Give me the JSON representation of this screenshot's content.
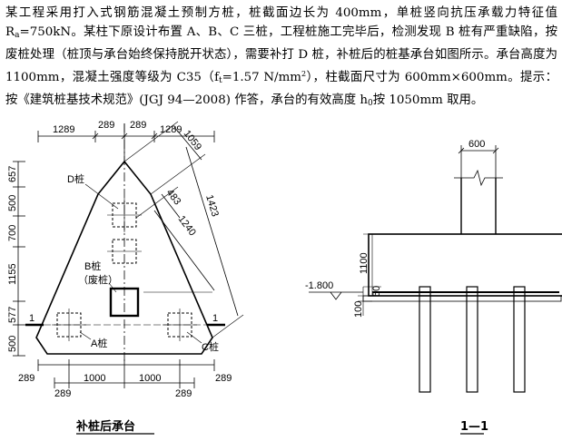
{
  "problem": {
    "part1": "某工程采用打入式钢筋混凝土预制方桩，桩截面边长为 400mm，单桩竖向抗压承载力特征值 R",
    "ra_sub": "a",
    "part2": "=750kN。某柱下原设计布置 A、B、C 三桩，工程桩施工完毕后，检测发现 B 桩有严重缺陷，按废桩处理（桩顶与承台始终保持脱开状态），需要补打 D 桩，补桩后的桩基承台如图所示。承台高度为 1100mm，混凝土强度等级为 C35（f",
    "ft_sub": "t",
    "part3": "=1.57 N/mm",
    "sup2": "2",
    "part4": "），柱截面尺寸为 600mm×600mm。提示：按《建筑桩基技术规范》(JGJ 94—2008) 作答，承台的有效高度 h",
    "h0_sub": "0",
    "part5": "按 1050mm 取用。"
  },
  "plan": {
    "caption": "补桩后承台",
    "top_dims": [
      "1289",
      "289",
      "289",
      "1289"
    ],
    "left_dims": [
      "657",
      "500",
      "700",
      "1155",
      "577",
      "500"
    ],
    "bottom_dims_1": [
      "289",
      "1000",
      "1000",
      "289"
    ],
    "bottom_dims_2": [
      "289",
      "289"
    ],
    "diag_dims": [
      "1059",
      "1423",
      "483",
      "1240"
    ],
    "pile_labels": {
      "d": "D桩",
      "b": "B桩",
      "b_note": "（废桩）",
      "a": "A桩",
      "c": "C桩"
    },
    "section_marks": [
      "1",
      "1"
    ]
  },
  "section": {
    "caption": "1—1",
    "col_width": "600",
    "cap_height": "1100",
    "embed": "50",
    "cushion": "100",
    "elevation": "-1.800"
  }
}
